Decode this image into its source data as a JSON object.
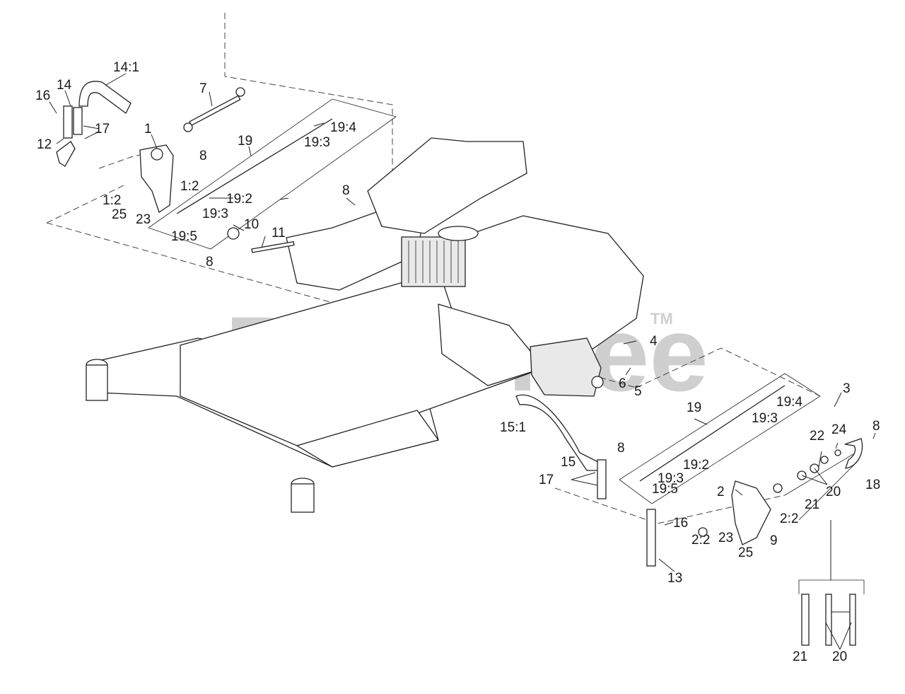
{
  "watermark": {
    "brand": "PartsTree",
    "trademark": "TM"
  },
  "callouts": [
    {
      "id": "c-14-1",
      "text": "14:1"
    },
    {
      "id": "c-14",
      "text": "14"
    },
    {
      "id": "c-16a",
      "text": "16"
    },
    {
      "id": "c-17a",
      "text": "17"
    },
    {
      "id": "c-12",
      "text": "12"
    },
    {
      "id": "c-1",
      "text": "1"
    },
    {
      "id": "c-7",
      "text": "7"
    },
    {
      "id": "c-19-4a",
      "text": "19:4"
    },
    {
      "id": "c-19-3a",
      "text": "19:3"
    },
    {
      "id": "c-19a",
      "text": "19"
    },
    {
      "id": "c-8a",
      "text": "8"
    },
    {
      "id": "c-1-2a",
      "text": "1:2"
    },
    {
      "id": "c-1-2b",
      "text": "1:2"
    },
    {
      "id": "c-19-2a",
      "text": "19:2"
    },
    {
      "id": "c-25a",
      "text": "25"
    },
    {
      "id": "c-23a",
      "text": "23"
    },
    {
      "id": "c-19-3b",
      "text": "19:3"
    },
    {
      "id": "c-19-5a",
      "text": "19:5"
    },
    {
      "id": "c-10",
      "text": "10"
    },
    {
      "id": "c-11",
      "text": "11"
    },
    {
      "id": "c-8b",
      "text": "8"
    },
    {
      "id": "c-8c",
      "text": "8"
    },
    {
      "id": "c-4",
      "text": "4"
    },
    {
      "id": "c-6",
      "text": "6"
    },
    {
      "id": "c-5",
      "text": "5"
    },
    {
      "id": "c-3",
      "text": "3"
    },
    {
      "id": "c-19b",
      "text": "19"
    },
    {
      "id": "c-19-4b",
      "text": "19:4"
    },
    {
      "id": "c-19-3c",
      "text": "19:3"
    },
    {
      "id": "c-15-1",
      "text": "15:1"
    },
    {
      "id": "c-8d",
      "text": "8"
    },
    {
      "id": "c-22",
      "text": "22"
    },
    {
      "id": "c-24",
      "text": "24"
    },
    {
      "id": "c-8e",
      "text": "8"
    },
    {
      "id": "c-15",
      "text": "15"
    },
    {
      "id": "c-19-2b",
      "text": "19:2"
    },
    {
      "id": "c-19-3d",
      "text": "19:3"
    },
    {
      "id": "c-17b",
      "text": "17"
    },
    {
      "id": "c-19-5b",
      "text": "19:5"
    },
    {
      "id": "c-18",
      "text": "18"
    },
    {
      "id": "c-20a",
      "text": "20"
    },
    {
      "id": "c-2",
      "text": "2"
    },
    {
      "id": "c-21a",
      "text": "21"
    },
    {
      "id": "c-2-2a",
      "text": "2:2"
    },
    {
      "id": "c-16b",
      "text": "16"
    },
    {
      "id": "c-9",
      "text": "9"
    },
    {
      "id": "c-2-2b",
      "text": "2:2"
    },
    {
      "id": "c-23b",
      "text": "23"
    },
    {
      "id": "c-25b",
      "text": "25"
    },
    {
      "id": "c-13",
      "text": "13"
    },
    {
      "id": "c-21b",
      "text": "21"
    },
    {
      "id": "c-20b",
      "text": "20"
    }
  ]
}
